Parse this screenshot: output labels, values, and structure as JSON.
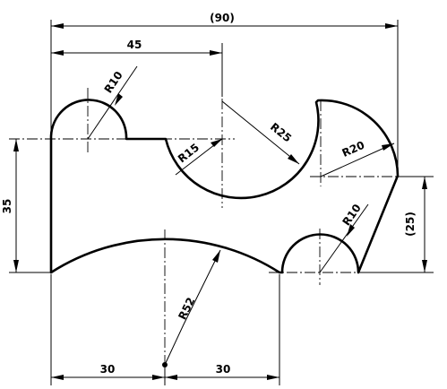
{
  "drawing": {
    "dimensions": {
      "overall_width": "(90)",
      "left_width": "45",
      "left_height": "35",
      "right_height": "(25)",
      "bottom_left": "30",
      "bottom_right": "30"
    },
    "radii": {
      "top_left_arc": "R10",
      "middle_small_arc": "R15",
      "middle_large_arc": "R25",
      "right_arc": "R20",
      "bottom_right_arc": "R10",
      "bottom_large_arc": "R52"
    }
  }
}
